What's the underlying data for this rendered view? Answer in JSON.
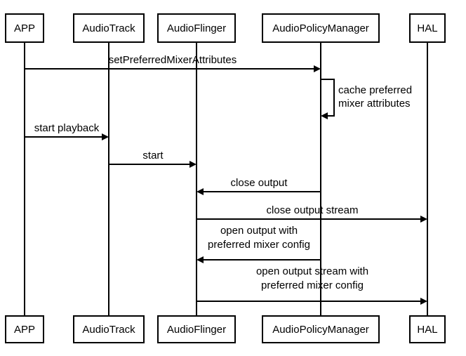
{
  "participants": [
    {
      "label": "APP"
    },
    {
      "label": "AudioTrack"
    },
    {
      "label": "AudioFlinger"
    },
    {
      "label": "AudioPolicyManager"
    },
    {
      "label": "HAL"
    }
  ],
  "messages": [
    {
      "from": 0,
      "to": 3,
      "lines": [
        "setPreferredMixerAttributes"
      ]
    },
    {
      "from": 3,
      "to": 3,
      "lines": [
        "cache preferred",
        "mixer attributes"
      ]
    },
    {
      "from": 0,
      "to": 1,
      "lines": [
        "start playback"
      ]
    },
    {
      "from": 1,
      "to": 2,
      "lines": [
        "start"
      ]
    },
    {
      "from": 3,
      "to": 2,
      "lines": [
        "close output"
      ]
    },
    {
      "from": 2,
      "to": 4,
      "lines": [
        "close output stream"
      ]
    },
    {
      "from": 3,
      "to": 2,
      "lines": [
        "open output with",
        "preferred mixer config"
      ]
    },
    {
      "from": 2,
      "to": 4,
      "lines": [
        "open output stream with",
        "preferred mixer config"
      ]
    }
  ]
}
